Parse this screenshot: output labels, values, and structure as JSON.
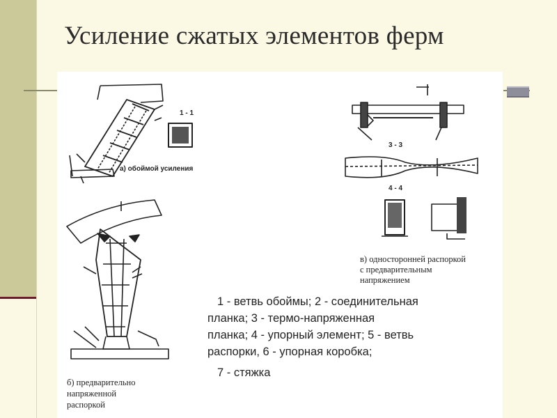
{
  "title": "Усиление сжатых элементов ферм",
  "figures": {
    "a": {
      "caption": "а) обоймой усиления",
      "section_label": "1 - 1"
    },
    "b": {
      "caption_lines": [
        "б) предварительно",
        "напряженной",
        "распоркой"
      ]
    },
    "c": {
      "caption_lines": [
        "в) односторонней распоркой",
        "с предварительным",
        "напряжением"
      ],
      "section_labels": [
        "3 - 3",
        "4 - 4"
      ]
    }
  },
  "legend": {
    "lines": [
      "1 - ветвь обоймы; 2 - соединительная",
      "планка;  3 - термо-напряженная",
      "планка; 4 - упорный элемент; 5 - ветвь",
      "распорки, 6 - упорная коробка;",
      "7 - стяжка"
    ]
  },
  "colors": {
    "background": "#fbf9e4",
    "left_band": "#cbc99a",
    "accent_line": "#6e1a2a",
    "panel": "#ffffff",
    "ink": "#222222"
  }
}
